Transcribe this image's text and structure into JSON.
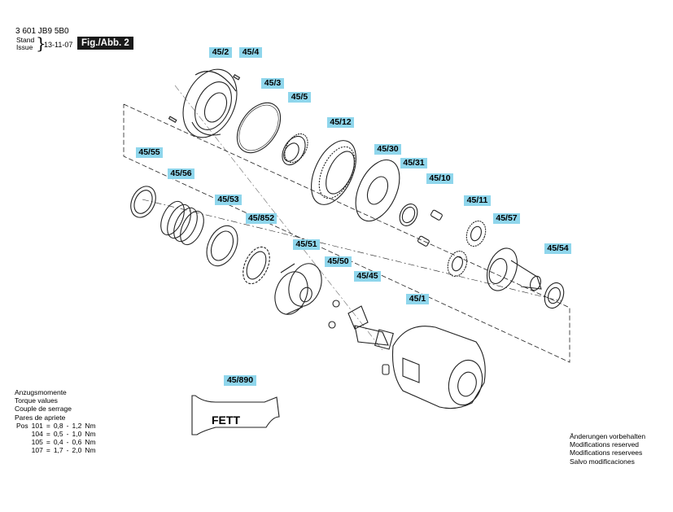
{
  "header": {
    "part_number": "3 601 JB9 5B0",
    "stand_label": "Stand",
    "issue_label": "Issue",
    "brace": "}",
    "date": "13-11-07",
    "figure": "Fig./Abb. 2"
  },
  "labels": [
    "45/2",
    "45/4",
    "45/3",
    "45/5",
    "45/12",
    "45/30",
    "45/31",
    "45/10",
    "45/11",
    "45/57",
    "45/54",
    "45/55",
    "45/56",
    "45/53",
    "45/852",
    "45/51",
    "45/50",
    "45/45",
    "45/1",
    "45/890"
  ],
  "grease_tube": {
    "text": "FETT"
  },
  "torque": {
    "title_lines": [
      "Anzugsmomente",
      "Torque values",
      "Couple de serrage",
      "Pares de apriete"
    ],
    "pos_label": "Pos",
    "rows": [
      {
        "pos": "101",
        "eq": "=",
        "min": "0,8",
        "dash": "-",
        "max": "1,2",
        "unit": "Nm"
      },
      {
        "pos": "104",
        "eq": "=",
        "min": "0,5",
        "dash": "-",
        "max": "1,0",
        "unit": "Nm"
      },
      {
        "pos": "105",
        "eq": "=",
        "min": "0,4",
        "dash": "-",
        "max": "0,6",
        "unit": "Nm"
      },
      {
        "pos": "107",
        "eq": "=",
        "min": "1,7",
        "dash": "-",
        "max": "2,0",
        "unit": "Nm"
      }
    ]
  },
  "notes": [
    "Änderungen vorbehalten",
    "Modifications reserved",
    "Modifications reservees",
    "Salvo modificaciones"
  ]
}
